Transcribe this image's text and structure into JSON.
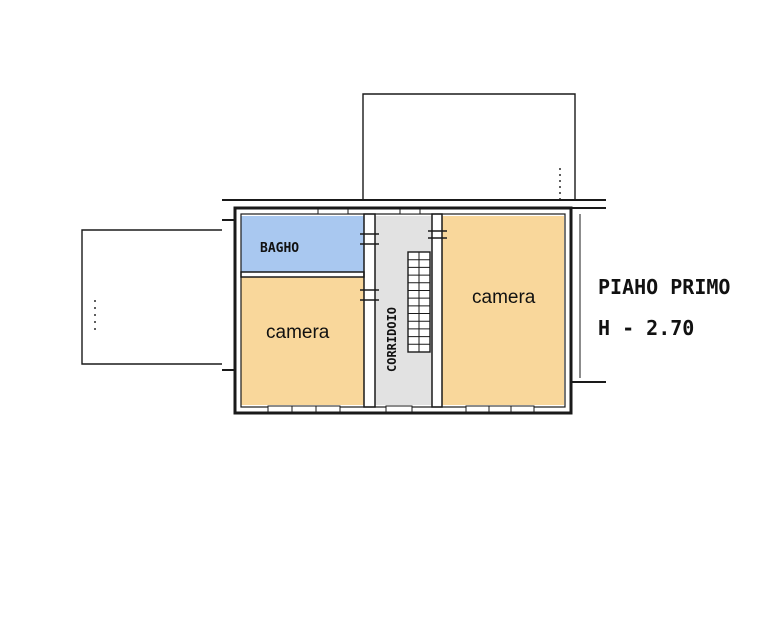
{
  "plan": {
    "rooms": [
      {
        "id": "bagno",
        "label": "BAGHO",
        "color": "#a9c8f0"
      },
      {
        "id": "camera_left",
        "label": "camera",
        "color": "#f9d79b"
      },
      {
        "id": "corridoio",
        "label": "CORRIDOIO",
        "color": "#e2e2e2"
      },
      {
        "id": "camera_right",
        "label": "camera",
        "color": "#f9d79b"
      }
    ],
    "title": "PIAHO PRIMO",
    "height_label": "H - 2.70"
  },
  "colors": {
    "wall": "#1a1a1a",
    "background": "#ffffff"
  }
}
